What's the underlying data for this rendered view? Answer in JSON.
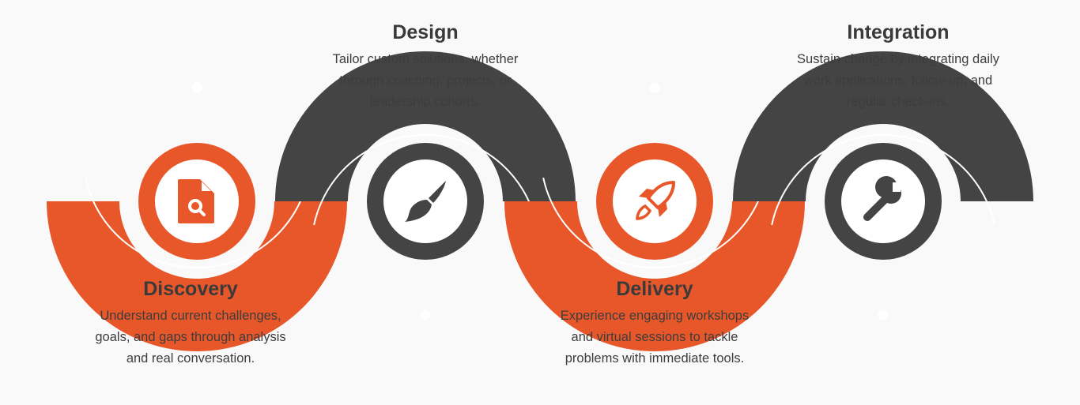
{
  "colors": {
    "orange": "#E8572A",
    "gray": "#444444",
    "background": "#F9F9F9"
  },
  "steps": [
    {
      "title": "Discovery",
      "description": "Understand current challenges, goals, and gaps through analysis and real conversation.",
      "icon": "document-search-icon",
      "color": "orange"
    },
    {
      "title": "Design",
      "description": "Tailor custom solutions, whether through coaching, projects, or leadership cohorts.",
      "icon": "paintbrush-icon",
      "color": "gray"
    },
    {
      "title": "Delivery",
      "description": "Experience engaging workshops and virtual sessions to tackle problems with immediate tools.",
      "icon": "rocket-icon",
      "color": "orange"
    },
    {
      "title": "Integration",
      "description": "Sustain change by integrating daily work applications, follow-up, and regular check-ins.",
      "icon": "wrench-icon",
      "color": "gray"
    }
  ]
}
